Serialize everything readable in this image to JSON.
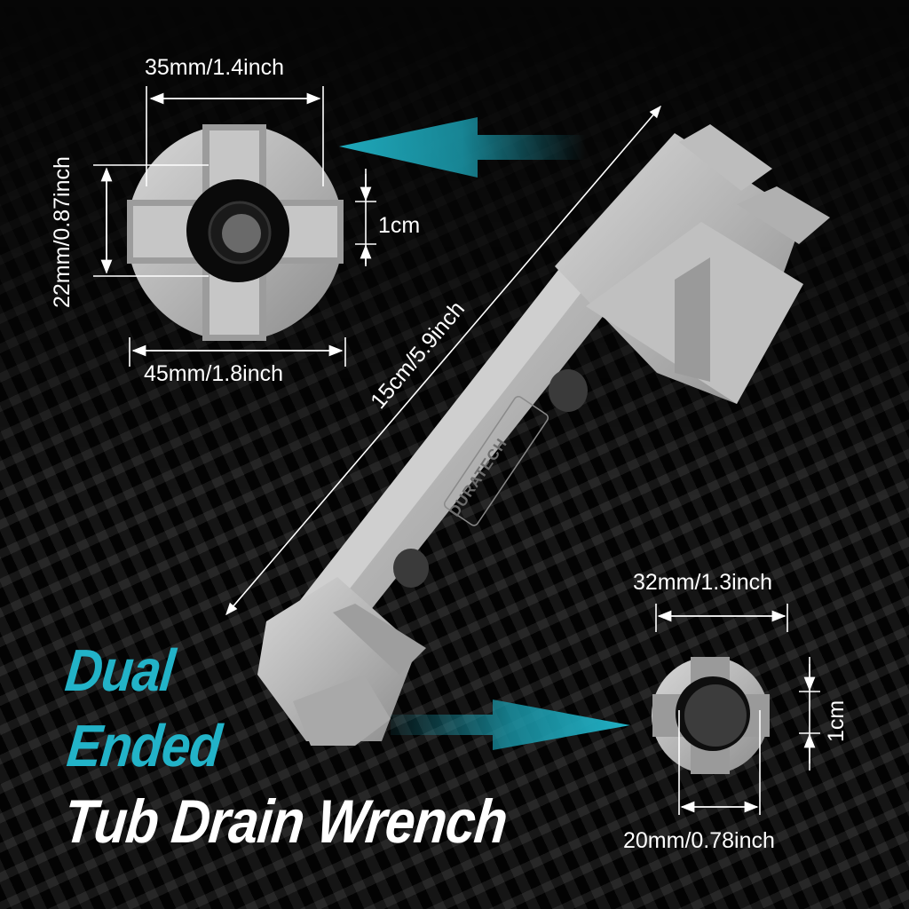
{
  "product": {
    "brand_engraving": "DURATECH",
    "headline": {
      "line1": "Dual",
      "line2": "Ended",
      "line3": "Tub Drain Wrench"
    },
    "colors": {
      "accent_teal": "#22b3c8",
      "headline_white": "#ffffff",
      "background": "#060606",
      "metal": "#b9b9b9"
    }
  },
  "large_end": {
    "top_width": "35mm/1.4inch",
    "bottom_width": "45mm/1.8inch",
    "inner_height": "22mm/0.87inch",
    "slot_width": "1cm"
  },
  "overall_length": "15cm/5.9inch",
  "small_end": {
    "top_width": "32mm/1.3inch",
    "bottom_width": "20mm/0.78inch",
    "slot_width": "1cm"
  },
  "icons": {
    "left_arrow": "teal-arrow-left",
    "right_arrow": "teal-arrow-right"
  }
}
